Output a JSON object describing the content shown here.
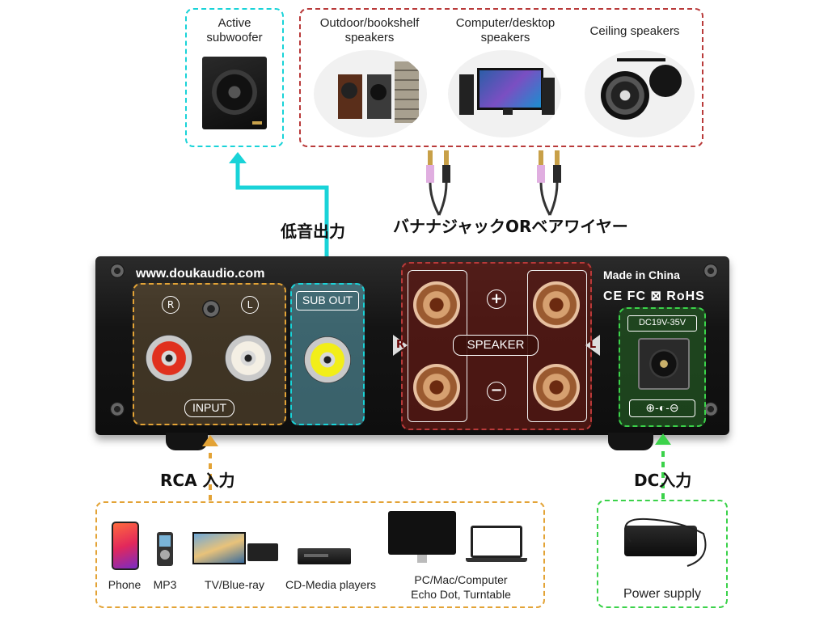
{
  "top": {
    "subwoofer_label": "Active\nsubwoofer",
    "outdoor_label": "Outdoor/bookshelf\nspeakers",
    "computer_label": "Computer/desktop\nspeakers",
    "ceiling_label": "Ceiling speakers"
  },
  "connectors": {
    "bass_out_label": "低音出力",
    "banana_label": "バナナジャックORベアワイヤー",
    "rca_in_label": "RCA 入力",
    "dc_in_label": "DC入力"
  },
  "panel": {
    "url": "www.doukaudio.com",
    "made_in": "Made in China",
    "certs": "CE FC ⊠ RoHS",
    "r_mark": "R",
    "l_mark": "L",
    "input_label": "INPUT",
    "sub_out_label": "SUB OUT",
    "speaker_label": "SPEAKER",
    "plus": "+",
    "minus": "−",
    "spk_r": "R",
    "spk_l": "L",
    "dc_voltage": "DC19V-35V",
    "polarity": "⊕-◐-⊖"
  },
  "sources": {
    "phone": "Phone",
    "mp3": "MP3",
    "tv": "TV/Blue-ray",
    "cd": "CD-Media players",
    "pc": "PC/Mac/Computer\nEcho Dot, Turntable",
    "power": "Power supply"
  },
  "colors": {
    "cyan": "#19d3d8",
    "red": "#b93a3a",
    "orange": "#e3a336",
    "green": "#3bd24a"
  }
}
